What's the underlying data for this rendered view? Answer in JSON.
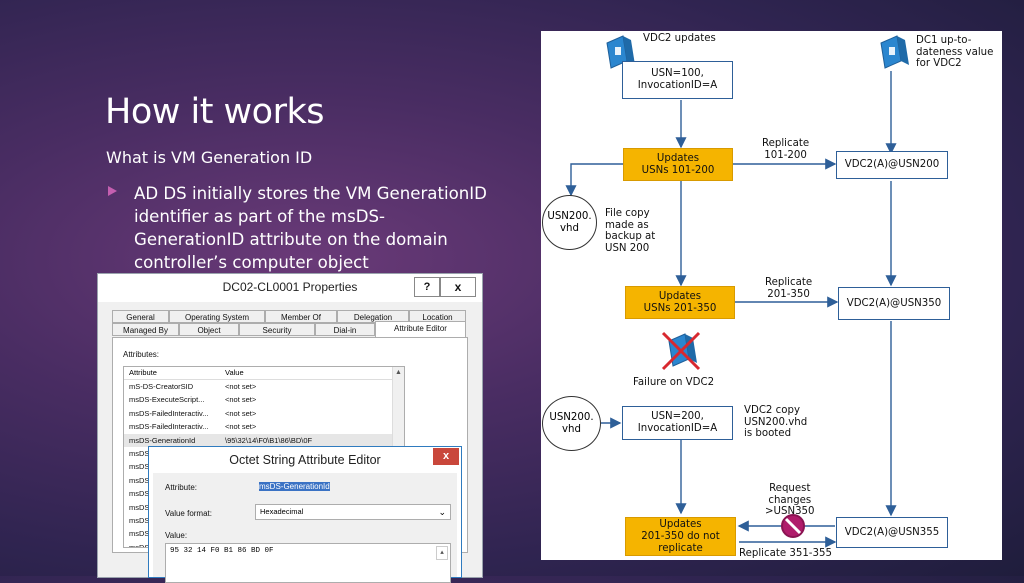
{
  "slide": {
    "title": "How it works",
    "subtitle": "What is VM Generation ID",
    "bullet": "AD DS initially stores the VM GenerationID identifier as part of the msDS-GenerationID attribute on the domain controller’s computer object"
  },
  "properties_dialog": {
    "title": "DC02-CL0001 Properties",
    "help_label": "?",
    "close_label": "x",
    "tabs_row1": [
      "General",
      "Operating System",
      "Member Of",
      "Delegation",
      "Location"
    ],
    "tabs_row2": [
      "Managed By",
      "Object",
      "Security",
      "Dial-in",
      "Attribute Editor"
    ],
    "attributes_label": "Attributes:",
    "columns": [
      "Attribute",
      "Value"
    ],
    "rows": [
      {
        "attribute": "mS-DS-CreatorSID",
        "value": "<not set>"
      },
      {
        "attribute": "msDS-ExecuteScript...",
        "value": "<not set>"
      },
      {
        "attribute": "msDS-FailedInteractiv...",
        "value": "<not set>"
      },
      {
        "attribute": "msDS-FailedInteractiv...",
        "value": "<not set>"
      },
      {
        "attribute": "msDS-GenerationId",
        "value": "\\95\\32\\14\\F0\\B1\\86\\BD\\0F"
      },
      {
        "attribute": "msDS",
        "value": ""
      },
      {
        "attribute": "msDS",
        "value": ""
      },
      {
        "attribute": "msDS",
        "value": ""
      },
      {
        "attribute": "msDS",
        "value": ""
      },
      {
        "attribute": "msDS",
        "value": ""
      },
      {
        "attribute": "msDS",
        "value": ""
      },
      {
        "attribute": "msDS",
        "value": ""
      },
      {
        "attribute": "msDS",
        "value": ""
      }
    ]
  },
  "octet_editor": {
    "title": "Octet String Attribute Editor",
    "close_label": "x",
    "attribute_label": "Attribute:",
    "attribute_value": "msDS-GenerationId",
    "value_format_label": "Value format:",
    "value_format": "Hexadecimal",
    "value_label": "Value:",
    "value": "95 32 14 F0 B1 86 BD 0F"
  },
  "diagram": {
    "vdc2_updates_label": "VDC2 updates",
    "dc1_label": "DC1 up-to-\ndateness value\nfor VDC2",
    "box_usn100": "USN=100,\nInvocationID=A",
    "updates_1": "Updates\nUSNs 101-200",
    "replicate_1": "Replicate\n101-200",
    "vdc2_usn200": "VDC2(A)@USN200",
    "circle_1": "USN200.\nvhd",
    "file_copy": "File copy\nmade as\nbackup at\nUSN 200",
    "updates_2": "Updates\nUSNs 201-350",
    "replicate_2": "Replicate\n201-350",
    "vdc2_usn350": "VDC2(A)@USN350",
    "failure": "Failure on VDC2",
    "circle_2": "USN200.\nvhd",
    "box_usn200": "USN=200,\nInvocationID=A",
    "vdc2_copy": "VDC2 copy\nUSN200.vhd\nis booted",
    "request_changes": "Request\nchanges\n>USN350",
    "updates_3": "Updates\n201-350 do not\nreplicate",
    "vdc2_usn355": "VDC2(A)@USN355",
    "replicate_3": "Replicate 351-355"
  }
}
